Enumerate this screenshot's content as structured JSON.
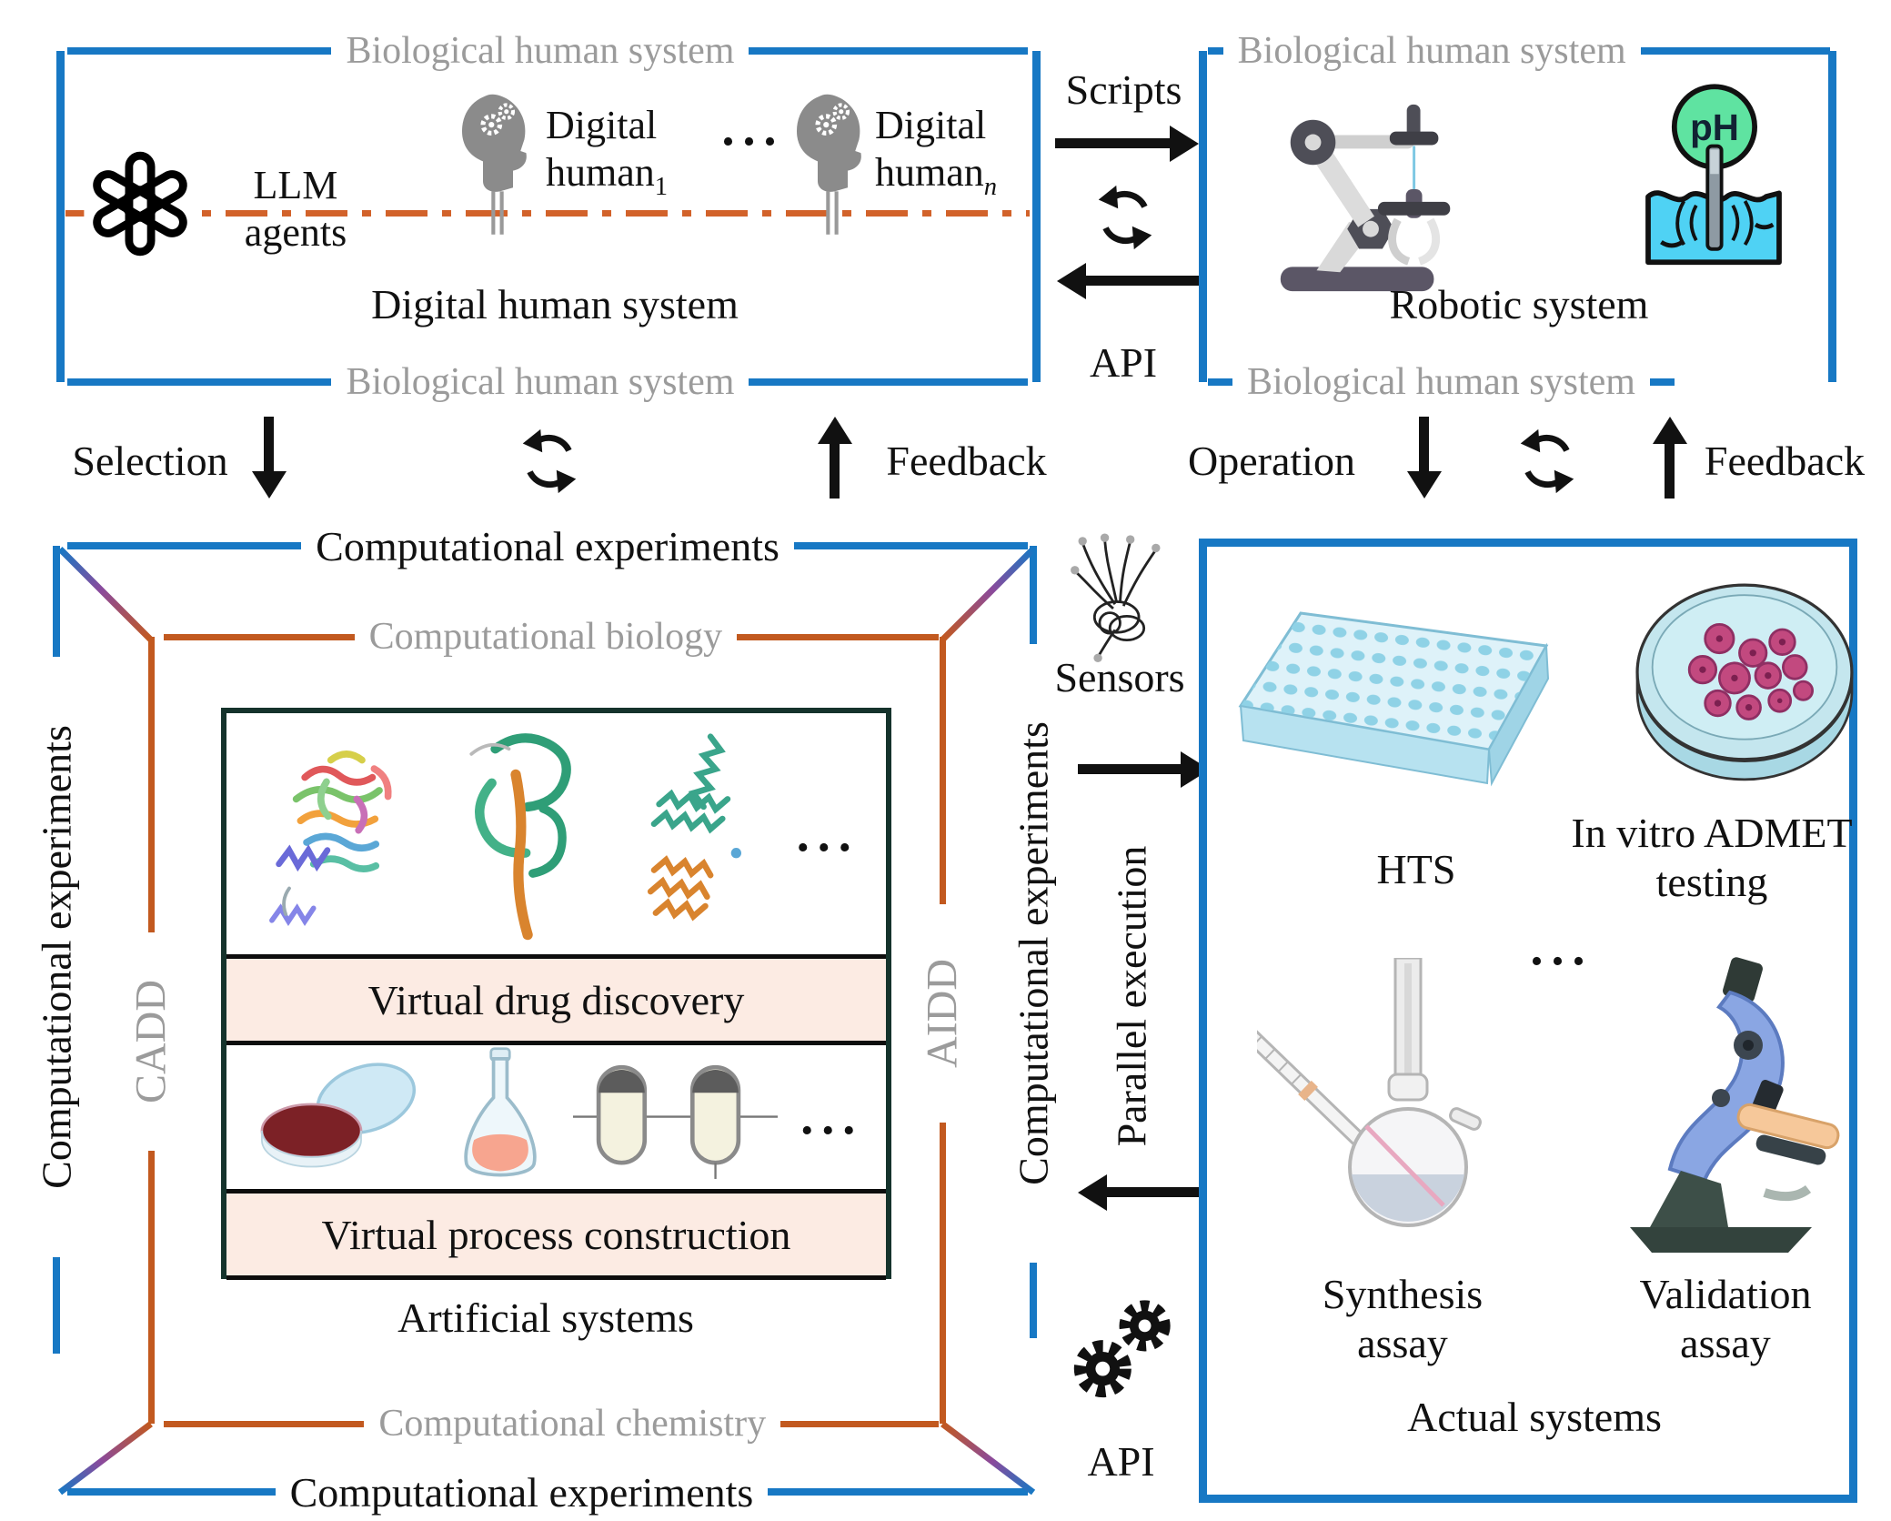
{
  "colors": {
    "frame_blue": "#1778C4",
    "frame_orange": "#C2591F",
    "gray_text": "#9b9b9b",
    "banner_bg": "#fcebe3",
    "inner_box_border": "#15332c",
    "dashdot_orange": "#d2622a"
  },
  "top_left_box": {
    "title_top": "Biological human system",
    "title_bottom": "Biological human system",
    "caption": "Digital human system",
    "llm": {
      "line1": "LLM",
      "line2": "agents"
    },
    "human_1": {
      "line1": "Digital",
      "line2": "human",
      "sub": "1"
    },
    "human_n": {
      "line1": "Digital",
      "line2": "human",
      "sub": "n"
    },
    "dots": "..."
  },
  "top_right_box": {
    "title_top": "Biological human system",
    "title_bottom": "Biological human system",
    "caption": "Robotic system",
    "ph_label": "pH"
  },
  "script_api_column": {
    "scripts": "Scripts",
    "api": "API"
  },
  "left_flow": {
    "selection": "Selection",
    "feedback": "Feedback"
  },
  "right_flow": {
    "operation": "Operation",
    "feedback": "Feedback"
  },
  "comp_frame": {
    "top": "Computational experiments",
    "bottom": "Computational experiments",
    "left": "Computational experiments",
    "right": "Computational experiments",
    "biology": "Computational biology",
    "chemistry": "Computational chemistry",
    "cadd": "CADD",
    "aidd": "AIDD"
  },
  "artificial": {
    "banner_drug": "Virtual drug discovery",
    "banner_process": "Virtual process construction",
    "caption": "Artificial systems",
    "dots_proteins": "...",
    "dots_process": "..."
  },
  "sensor_column": {
    "sensors": "Sensors",
    "parallel": "Parallel execution",
    "api": "API"
  },
  "actual": {
    "hts": "HTS",
    "admet": {
      "line1": "In vitro ADMET",
      "line2": "testing"
    },
    "dots": "...",
    "synthesis": {
      "line1": "Synthesis",
      "line2": "assay"
    },
    "validation": {
      "line1": "Validation",
      "line2": "assay"
    },
    "caption": "Actual systems"
  }
}
